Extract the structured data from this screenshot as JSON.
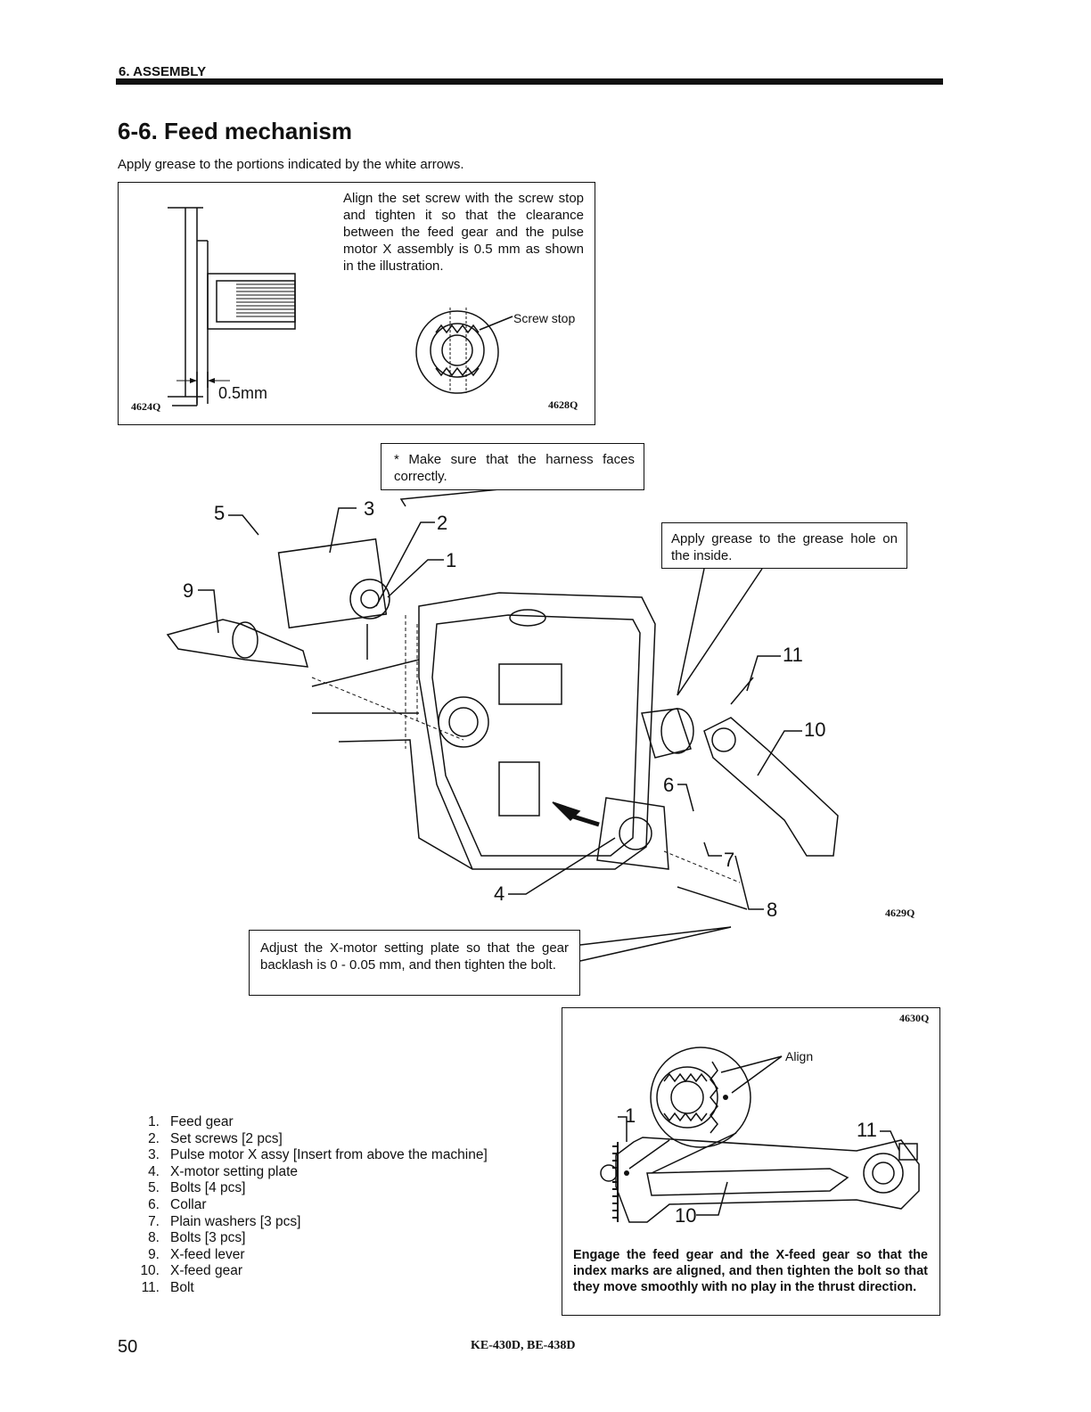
{
  "header": {
    "section": "6. ASSEMBLY"
  },
  "title": "6-6. Feed mechanism",
  "intro": "Apply grease to the portions indicated by the white arrows.",
  "top_box": {
    "instruction": "Align the set screw with the screw stop and tighten it so that the clearance between the feed gear and the pulse motor X assembly is 0.5 mm as shown in the illustration.",
    "left_fig_code": "4624Q",
    "dimension": "0.5mm",
    "screw_stop_label": "Screw stop",
    "right_fig_code": "4628Q"
  },
  "notes": {
    "harness": "* Make sure that the harness faces correctly.",
    "grease_hole": "Apply grease to the grease hole on the inside.",
    "backlash": "Adjust the X-motor setting plate so that the gear backlash is 0 - 0.05 mm, and then tighten the bolt."
  },
  "main_fig": {
    "code": "4629Q",
    "callouts": [
      "1",
      "2",
      "3",
      "4",
      "5",
      "6",
      "7",
      "8",
      "9",
      "10",
      "11"
    ]
  },
  "bottom_box": {
    "code": "4630Q",
    "align_label": "Align",
    "callout_1": "1",
    "callout_11": "11",
    "callout_10": "10",
    "instruction": "Engage the feed gear and the X-feed gear so that the index marks are aligned, and then tighten the bolt so that they move smoothly with no play in the thrust direction."
  },
  "parts": [
    {
      "n": "1.",
      "name": "Feed gear"
    },
    {
      "n": "2.",
      "name": "Set screws [2 pcs]"
    },
    {
      "n": "3.",
      "name": "Pulse motor X assy [Insert from above the machine]"
    },
    {
      "n": "4.",
      "name": "X-motor setting plate"
    },
    {
      "n": "5.",
      "name": "Bolts [4 pcs]"
    },
    {
      "n": "6.",
      "name": "Collar"
    },
    {
      "n": "7.",
      "name": "Plain washers [3 pcs]"
    },
    {
      "n": "8.",
      "name": "Bolts [3 pcs]"
    },
    {
      "n": "9.",
      "name": "X-feed lever"
    },
    {
      "n": "10.",
      "name": "X-feed gear"
    },
    {
      "n": "11.",
      "name": "Bolt"
    }
  ],
  "footer": {
    "page": "50",
    "model": "KE-430D, BE-438D"
  }
}
